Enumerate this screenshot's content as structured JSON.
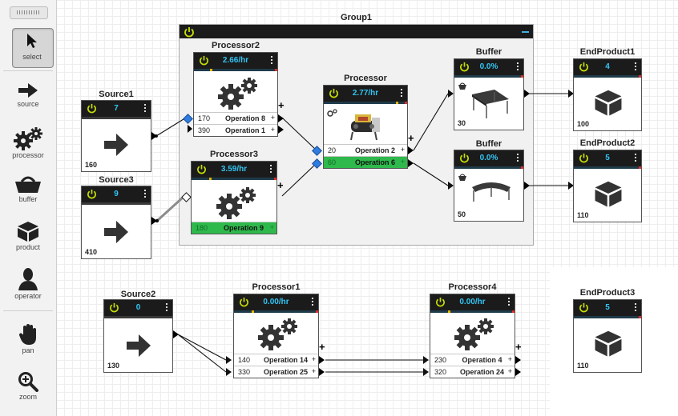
{
  "toolbar": {
    "tools": [
      {
        "label": "select",
        "icon": "cursor-icon",
        "selected": true
      },
      {
        "label": "source",
        "icon": "arrow-right-icon"
      },
      {
        "label": "processor",
        "icon": "gears-icon"
      },
      {
        "label": "buffer",
        "icon": "basket-icon"
      },
      {
        "label": "product",
        "icon": "box-icon"
      },
      {
        "label": "operator",
        "icon": "person-icon"
      },
      {
        "label": "pan",
        "icon": "hand-icon"
      },
      {
        "label": "zoom",
        "icon": "magnifier-icon"
      }
    ]
  },
  "group": {
    "title": "Group1"
  },
  "nodes": {
    "source1": {
      "title": "Source1",
      "value": "7",
      "count": "160"
    },
    "source3": {
      "title": "Source3",
      "value": "9",
      "count": "410"
    },
    "source2": {
      "title": "Source2",
      "value": "0",
      "count": "130"
    },
    "processor2": {
      "title": "Processor2",
      "value": "2.66/hr",
      "ops": [
        {
          "n": "170",
          "label": "Operation 8"
        },
        {
          "n": "390",
          "label": "Operation 1"
        }
      ]
    },
    "processor3": {
      "title": "Processor3",
      "value": "3.59/hr",
      "ops": [
        {
          "n": "180",
          "label": "Operation 9",
          "active": true
        }
      ]
    },
    "processor": {
      "title": "Processor",
      "value": "2.77/hr",
      "ops": [
        {
          "n": "20",
          "label": "Operation 2"
        },
        {
          "n": "60",
          "label": "Operation 6",
          "active": true
        }
      ]
    },
    "processor1": {
      "title": "Processor1",
      "value": "0.00/hr",
      "ops": [
        {
          "n": "140",
          "label": "Operation 14"
        },
        {
          "n": "330",
          "label": "Operation 25"
        }
      ]
    },
    "processor4": {
      "title": "Processor4",
      "value": "0.00/hr",
      "ops": [
        {
          "n": "230",
          "label": "Operation 4"
        },
        {
          "n": "320",
          "label": "Operation 24"
        }
      ]
    },
    "buffer1": {
      "title": "Buffer",
      "value": "0.0%",
      "count": "30"
    },
    "buffer2": {
      "title": "Buffer",
      "value": "0.0%",
      "count": "50"
    },
    "endproduct1": {
      "title": "EndProduct1",
      "value": "4",
      "count": "100"
    },
    "endproduct2": {
      "title": "EndProduct2",
      "value": "5",
      "count": "110"
    },
    "endproduct3": {
      "title": "EndProduct3",
      "value": "5",
      "count": "110"
    }
  },
  "colors": {
    "header": "#1b1b1b",
    "value_text": "#32c5f4",
    "power": "#c8e000",
    "active_op": "#2fb94c",
    "port": "#2f7de0"
  }
}
